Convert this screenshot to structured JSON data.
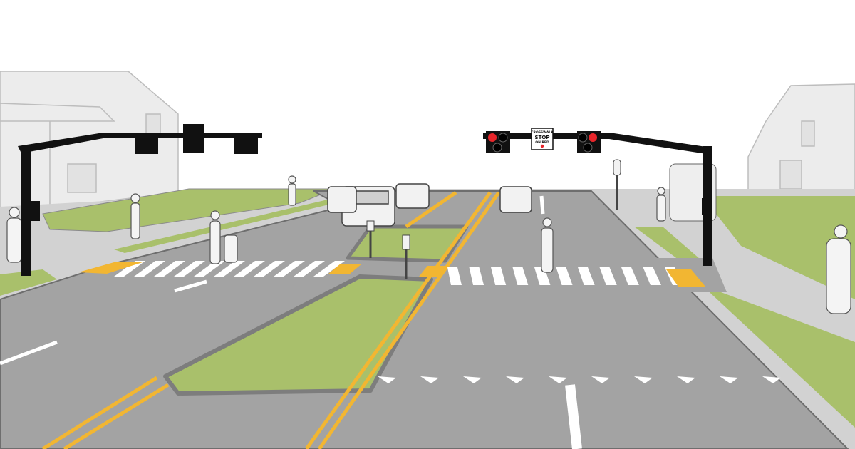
{
  "scene": {
    "colors": {
      "sky": "#ffffff",
      "road": "#a3a3a3",
      "sidewalk": "#d2d2d2",
      "grass": "#a9c06b",
      "curb": "#7d7d7d",
      "yellow_line": "#f2b632",
      "crosswalk": "#ffffff",
      "signal_red": "#e8252a",
      "pole": "#111111",
      "building": "#ececec"
    },
    "sign": {
      "line1": "CROSSWALK",
      "line2": "STOP",
      "line3": "ON RED"
    }
  }
}
